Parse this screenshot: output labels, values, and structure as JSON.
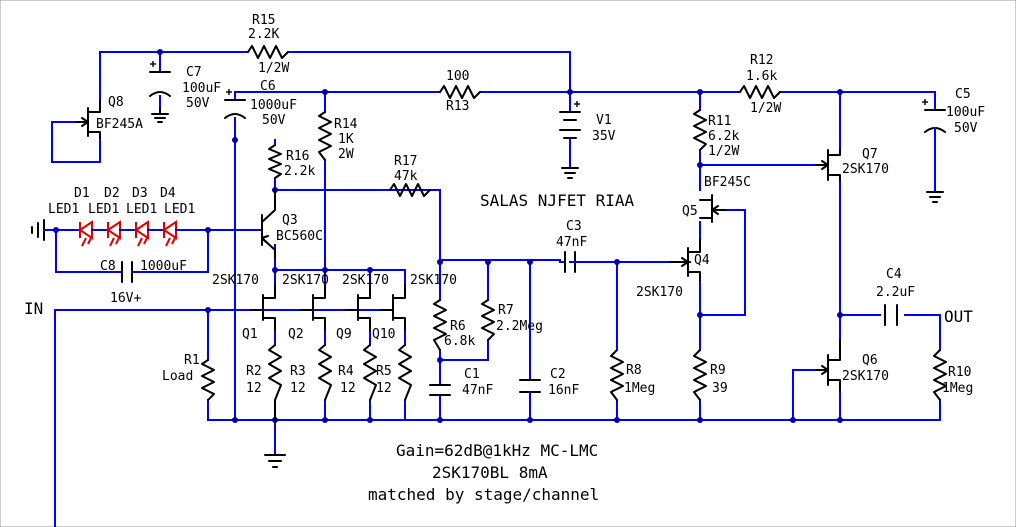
{
  "components": {
    "r15": {
      "ref": "R15",
      "value": "2.2K",
      "power": "1/2W"
    },
    "c7": {
      "ref": "C7",
      "value": "100uF",
      "voltage": "50V"
    },
    "q8": {
      "ref": "Q8",
      "part": "BF245A"
    },
    "c6": {
      "ref": "C6",
      "value": "1000uF",
      "voltage": "50V"
    },
    "r13": {
      "ref": "R13",
      "value": "100"
    },
    "r14": {
      "ref": "R14",
      "value": "1K",
      "power": "2W"
    },
    "r16": {
      "ref": "R16",
      "value": "2.2k"
    },
    "r17": {
      "ref": "R17",
      "value": "47k"
    },
    "v1": {
      "ref": "V1",
      "value": "35V"
    },
    "r12": {
      "ref": "R12",
      "value": "1.6k",
      "power": "1/2W"
    },
    "r11": {
      "ref": "R11",
      "value": "6.2k",
      "power": "1/2W"
    },
    "c5": {
      "ref": "C5",
      "value": "100uF",
      "voltage": "50V"
    },
    "q7": {
      "ref": "Q7",
      "part": "2SK170"
    },
    "q5": {
      "ref": "Q5",
      "part": "BF245C"
    },
    "q3": {
      "ref": "Q3",
      "part": "BC560C"
    },
    "d1": {
      "ref": "D1",
      "part": "LED1"
    },
    "d2": {
      "ref": "D2",
      "part": "LED1"
    },
    "d3": {
      "ref": "D3",
      "part": "LED1"
    },
    "d4": {
      "ref": "D4",
      "part": "LED1"
    },
    "c8": {
      "ref": "C8",
      "value": "1000uF",
      "voltage": "16V+"
    },
    "c3": {
      "ref": "C3",
      "value": "47nF"
    },
    "q4": {
      "ref": "Q4",
      "part": "2SK170"
    },
    "q1": {
      "ref": "Q1",
      "part": "2SK170"
    },
    "q2": {
      "ref": "Q2",
      "part": "2SK170"
    },
    "q9": {
      "ref": "Q9",
      "part": "2SK170"
    },
    "q10": {
      "ref": "Q10",
      "part": "2SK170"
    },
    "r6": {
      "ref": "R6",
      "value": "6.8k"
    },
    "r7": {
      "ref": "R7",
      "value": "2.2Meg"
    },
    "c4": {
      "ref": "C4",
      "value": "2.2uF"
    },
    "q6": {
      "ref": "Q6",
      "part": "2SK170"
    },
    "r1": {
      "ref": "R1",
      "value": "Load"
    },
    "r2": {
      "ref": "R2",
      "value": "12"
    },
    "r3": {
      "ref": "R3",
      "value": "12"
    },
    "r4": {
      "ref": "R4",
      "value": "12"
    },
    "r5": {
      "ref": "R5",
      "value": "12"
    },
    "c1": {
      "ref": "C1",
      "value": "47nF"
    },
    "c2": {
      "ref": "C2",
      "value": "16nF"
    },
    "r8": {
      "ref": "R8",
      "value": "1Meg"
    },
    "r9": {
      "ref": "R9",
      "value": "39"
    },
    "r10": {
      "ref": "R10",
      "value": "1Meg"
    }
  },
  "labels": {
    "title": "SALAS NJFET RIAA",
    "input": "IN",
    "output": "OUT",
    "note_line1": "Gain=62dB@1kHz MC-LMC",
    "note_line2": "2SK170BL 8mA",
    "note_line3": "matched by stage/channel"
  },
  "colors": {
    "wire": "#0000ff",
    "component": "#000000",
    "led": "#dd0000",
    "junction": "#0000aa"
  }
}
